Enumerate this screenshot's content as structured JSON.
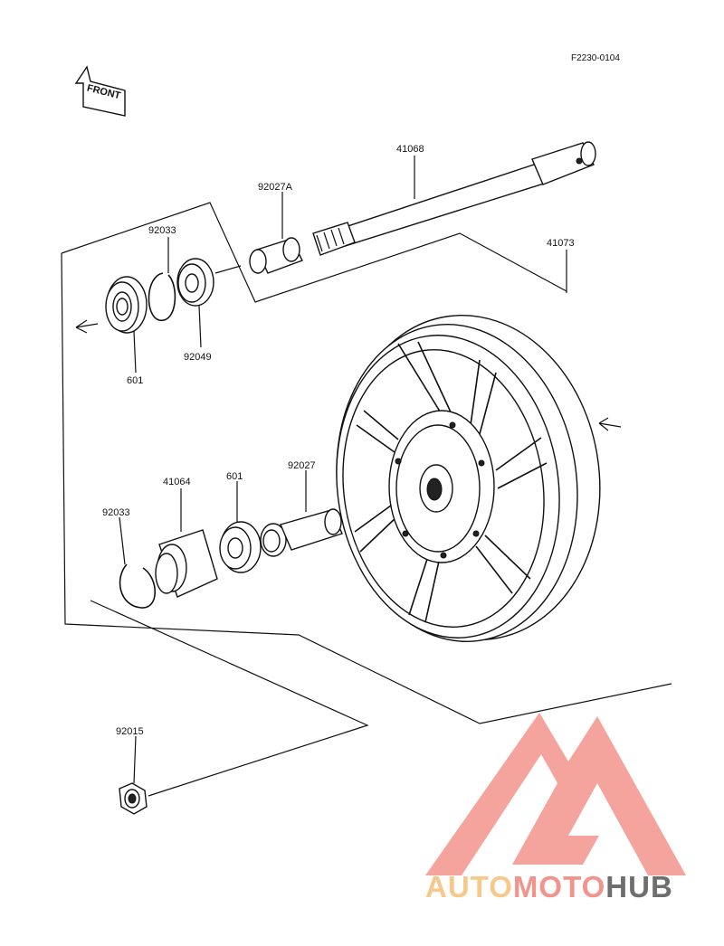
{
  "diagram": {
    "code": "F2230-0104",
    "front_label": "FRONT",
    "parts": [
      {
        "id": "41068"
      },
      {
        "id": "92027A"
      },
      {
        "id": "41073"
      },
      {
        "id": "92033"
      },
      {
        "id": "92049"
      },
      {
        "id": "601"
      },
      {
        "id": "41064"
      },
      {
        "id": "601"
      },
      {
        "id": "92027"
      },
      {
        "id": "92033"
      },
      {
        "id": "92015"
      }
    ]
  },
  "watermark": {
    "auto": "AUTO",
    "moto": "MOTO",
    "hub": "HUB",
    "colors": {
      "auto": "#f7c88b",
      "moto": "#f2938c",
      "hub": "#6e6e6e",
      "logo": "#f2938c"
    }
  }
}
